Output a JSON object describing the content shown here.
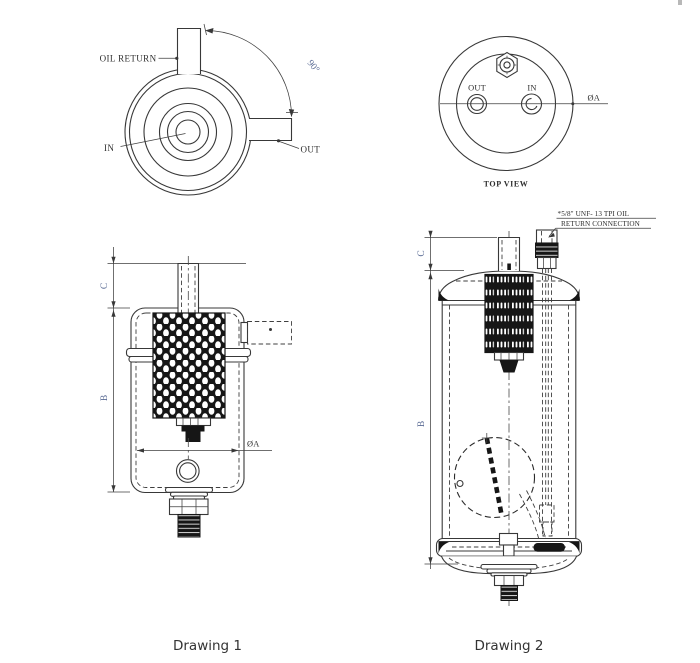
{
  "front_view": {
    "oil_return_label": "OIL RETURN",
    "in_label": "IN",
    "out_label": "OUT",
    "angle_label": "90°"
  },
  "top_view": {
    "out_label": "OUT",
    "in_label": "IN",
    "dia_label": "ØA",
    "title": "TOP VIEW"
  },
  "drawing1": {
    "caption": "Drawing 1",
    "dim_c_label": "C",
    "dim_b_label": "B",
    "dia_label": "ØA"
  },
  "drawing2": {
    "caption": "Drawing 2",
    "dim_c_label": "C",
    "dim_b_label": "B",
    "note_line1": "*5/8\" UNF- 13 TPI OIL",
    "note_line2": "RETURN CONNECTION"
  },
  "colors": {
    "line": "#383838",
    "dark_fill": "#161616",
    "dim_label": "#5a6b94",
    "caption_text": "#333333",
    "background": "#ffffff"
  }
}
